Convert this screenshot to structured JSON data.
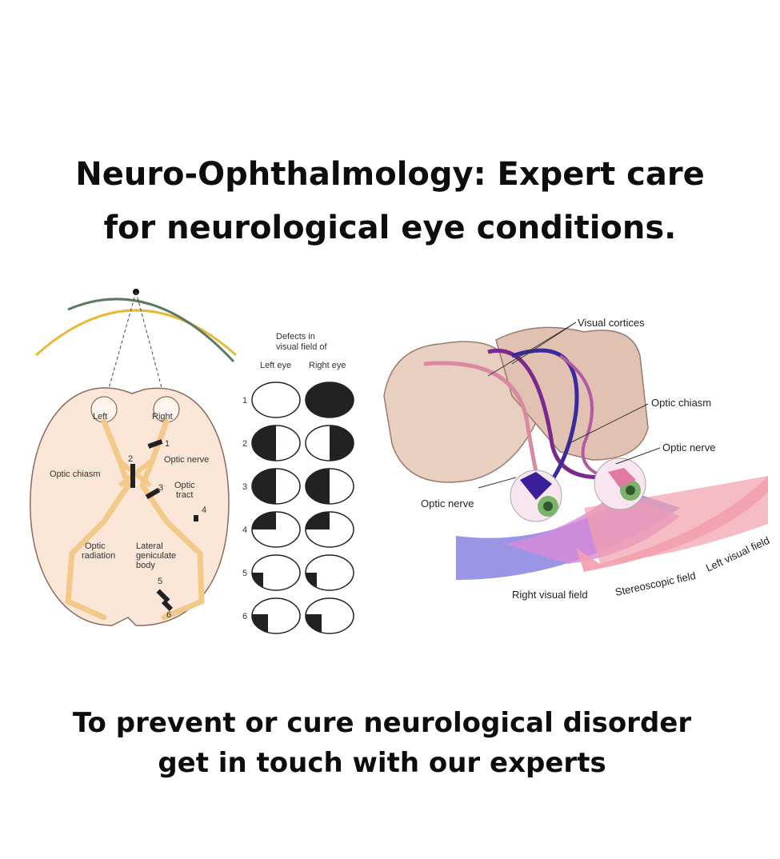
{
  "headline": {
    "line1": "Neuro-Ophthalmology: Expert care",
    "line2": "for neurological eye conditions."
  },
  "footer": {
    "line1": "To prevent or cure neurological disorder",
    "line2": "get in touch with our experts"
  },
  "left_diagram": {
    "labels": {
      "left": "Left",
      "right": "Right",
      "optic_nerve": "Optic nerve",
      "optic_chiasm": "Optic chiasm",
      "optic_tract_1": "Optic",
      "optic_tract_2": "tract",
      "optic_radiation_1": "Optic",
      "optic_radiation_2": "radiation",
      "lgb_1": "Lateral",
      "lgb_2": "geniculate",
      "lgb_3": "body"
    },
    "lesion_numbers": [
      "1",
      "2",
      "3",
      "4",
      "5",
      "6"
    ]
  },
  "defects_panel": {
    "title_1": "Defects in",
    "title_2": "visual field of",
    "col_left": "Left eye",
    "col_right": "Right eye",
    "row_numbers": [
      "1",
      "2",
      "3",
      "4",
      "5",
      "6"
    ]
  },
  "right_diagram": {
    "labels": {
      "visual_cortices": "Visual cortices",
      "optic_chiasm": "Optic chiasm",
      "optic_nerve_right": "Optic nerve",
      "optic_nerve_left": "Optic nerve",
      "right_visual_field": "Right visual field",
      "stereoscopic_field": "Stereoscopic field",
      "left_visual_field": "Left visual field"
    }
  },
  "colors": {
    "brain_fill": "#fbe6d8",
    "pathway": "#f3c98a",
    "field_arc_yellow": "#e8b93a",
    "field_arc_green": "#5b7a63",
    "cortex_fill": "#e9cfc0",
    "tract_purple": "#7a2a8c",
    "tract_pink": "#d98aa3",
    "field_blue": "#8a83e0",
    "field_pink": "#f2a0ad"
  }
}
